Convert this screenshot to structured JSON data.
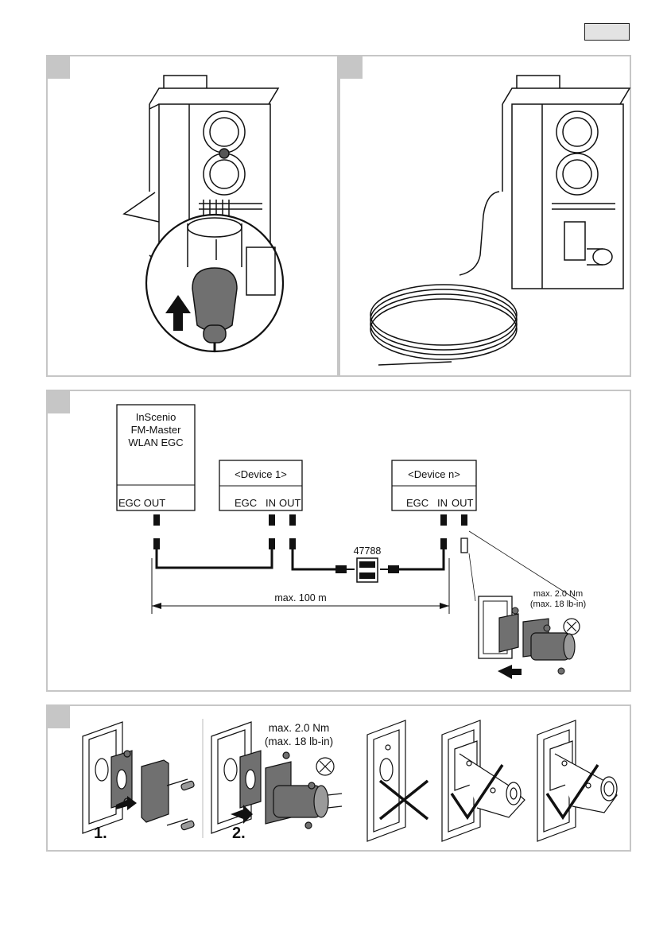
{
  "page_marker": "",
  "panel3": {
    "master": {
      "name_lines": [
        "InScenio",
        "FM-Master",
        "WLAN EGC"
      ],
      "port_label": "EGC OUT"
    },
    "device1": {
      "name": "<Device 1>",
      "ports": [
        "EGC",
        "IN",
        "OUT"
      ]
    },
    "device_n": {
      "name": "<Device n>",
      "ports": [
        "EGC",
        "IN",
        "OUT"
      ]
    },
    "adapter_part_number": "47788",
    "max_length": "max. 100 m",
    "torque_line1": "max. 2.0 Nm",
    "torque_line2": "(max. 18 lb-in)"
  },
  "panel4": {
    "torque_line1": "max. 2.0 Nm",
    "torque_line2": "(max. 18 lb-in)",
    "step1": "1.",
    "step2": "2."
  },
  "colors": {
    "panel_border": "#c6c6c6",
    "step_box": "#c6c6c6",
    "part_fill": "#707070",
    "ink": "#111111"
  }
}
